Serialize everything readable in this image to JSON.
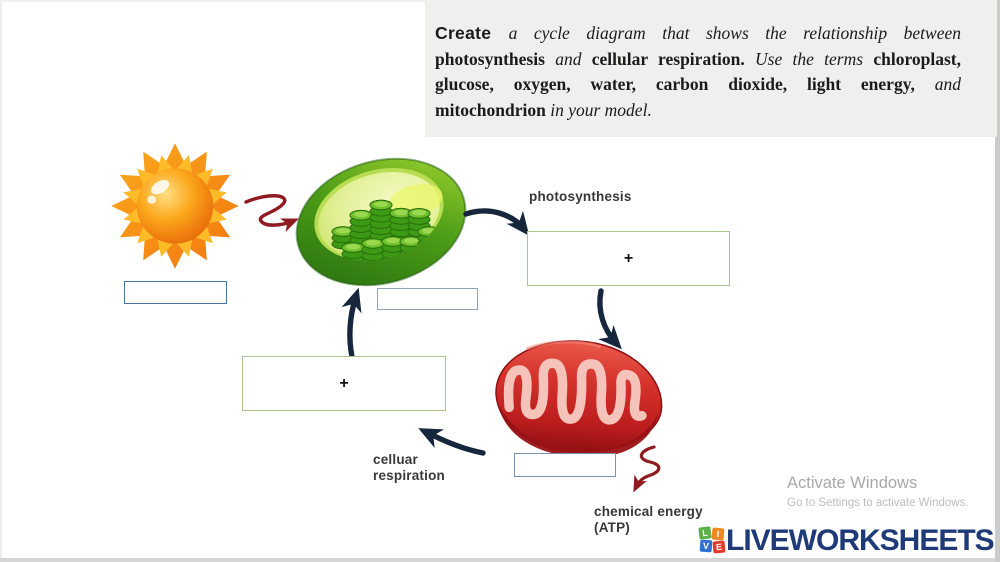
{
  "instruction": {
    "lines": [
      [
        [
          "Create ",
          "b"
        ],
        [
          "a cycle diagram that shows the relationship between",
          "i"
        ]
      ],
      [
        [
          "photosynthesis ",
          "n"
        ],
        [
          "and ",
          "i"
        ],
        [
          "cellular respiration. ",
          "n"
        ],
        [
          "Use the terms ",
          "i"
        ],
        [
          "chloroplast,",
          "n"
        ]
      ],
      [
        [
          "glucose, oxygen, water, carbon dioxide, light energy, ",
          "n"
        ],
        [
          "and",
          "i"
        ]
      ],
      [
        [
          "mitochondrion ",
          "n"
        ],
        [
          "in your model.",
          "i"
        ]
      ]
    ]
  },
  "diagram": {
    "photosynthesis_label": "photosynthesis",
    "cellular_respiration_label": [
      "celluar",
      "respiration"
    ],
    "chemical_energy_label": [
      "chemical energy",
      "(ATP)"
    ],
    "plus_sign": "+",
    "illustrations": [
      "sun-illustration",
      "chloroplast-illustration",
      "mitochondrion-illustration"
    ],
    "inputs": [
      {
        "id": "answer-input-sun",
        "value": ""
      },
      {
        "id": "answer-input-chloroplast",
        "value": ""
      },
      {
        "id": "answer-box-photosynthesis-products",
        "value": ""
      },
      {
        "id": "answer-box-respiration-products",
        "value": ""
      },
      {
        "id": "answer-input-mitochondrion",
        "value": ""
      }
    ]
  },
  "watermark": {
    "line1": "Activate Windows",
    "line2": "Go to Settings to activate Windows."
  },
  "footer": {
    "logo_letters": [
      "L",
      "I",
      "V",
      "E"
    ],
    "brand": "LIVEWORKSHEETS"
  },
  "colors": {
    "arrow_navy": "#16263d",
    "arrow_red": "#8e1b20",
    "green_box_border": "#abc593",
    "blue_box_border": "#4c71a3",
    "brand_blue": "#1e3b78",
    "logo_green": "#5aaf46",
    "logo_orange": "#f0871e",
    "logo_blue": "#2f6fd0",
    "logo_red": "#e23a2e",
    "instruction_bg": "#efefed"
  }
}
